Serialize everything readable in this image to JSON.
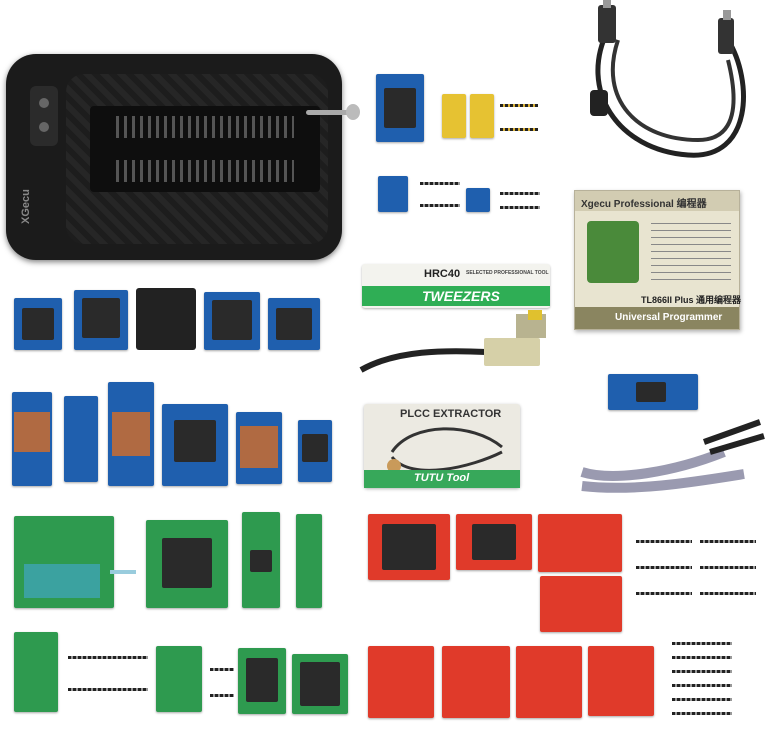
{
  "programmer": {
    "brand_text": "XGecu"
  },
  "tweezers": {
    "model": "HRC40",
    "tagline": "SELECTED PROFESSIONAL TOOL",
    "title": "TWEEZERS"
  },
  "plcc": {
    "title": "PLCC EXTRACTOR",
    "brand": "TUTU Tool"
  },
  "box": {
    "header": "Xgecu Professional 编程器",
    "model": "TL866II Plus 通用编程器",
    "subtitle": "Universal Programmer"
  },
  "colors": {
    "blue_pcb": "#1f5fae",
    "green_pcb": "#2e9a4f",
    "red_pcb": "#e03a2a",
    "programmer_body": "#1b1b1b",
    "box_bg": "#e8e4d0"
  }
}
